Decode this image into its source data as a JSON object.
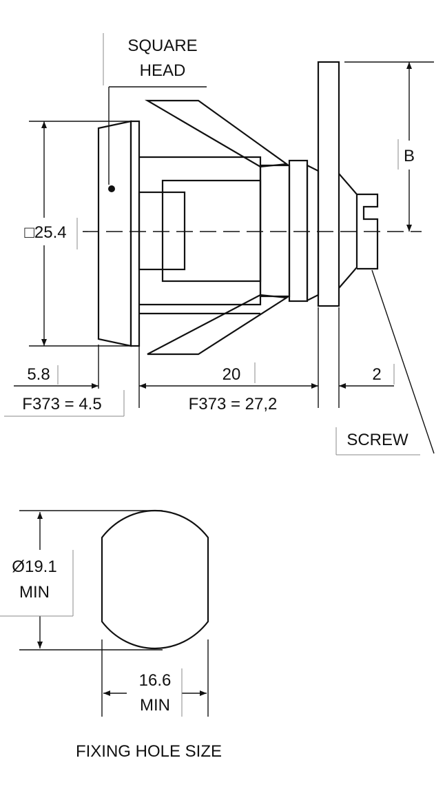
{
  "labels": {
    "square_head_line1": "SQUARE",
    "square_head_line2": "HEAD",
    "b": "B",
    "square_size": "□25.4",
    "dim_5_8": "5.8",
    "dim_f373_4_5": "F373 = 4.5",
    "dim_20": "20",
    "dim_f373_27_2": "F373 = 27,2",
    "dim_2": "2",
    "screw": "SCREW",
    "hole_dia_line1": "Ø19.1",
    "hole_dia_line2": "MIN",
    "hole_width_line1": "16.6",
    "hole_width_line2": "MIN",
    "caption": "FIXING HOLE SIZE"
  }
}
